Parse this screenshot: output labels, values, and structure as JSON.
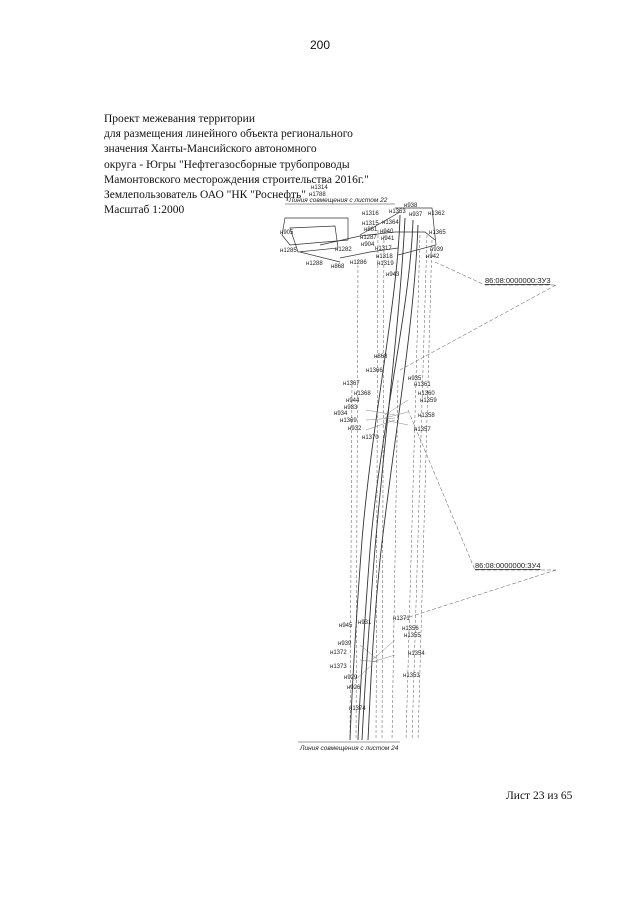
{
  "page_number": "200",
  "title_lines": [
    "Проект межевания территории",
    "для размещения линейного объекта регионального",
    "значения Ханты-Мансийского автономного",
    "округа - Югры \"Нефтегазосборные трубопроводы",
    "Мамонтовского месторождения строительства 2016г.\"",
    "Землепользователь ОАО \"НК \"Роснефть\"",
    "Масштаб 1:2000"
  ],
  "sheet_footer": "Лист 23 из 65",
  "map": {
    "junction_top": "Линия совмещения с листом 22",
    "junction_bottom": "Линия совмещения с листом 24",
    "cadastral_1": "86:08:0000000:ЗУ3",
    "cadastral_2": "86:08:0000000:ЗУ4",
    "labels": {
      "top": [
        "н1314",
        "н1788",
        "н938",
        "н1316",
        "н1363",
        "н937",
        "н1362",
        "н1315",
        "н1364",
        "н905",
        "н861",
        "н1365",
        "н940",
        "н1287",
        "н941",
        "н904",
        "н1317",
        "н939",
        "н942",
        "н1285",
        "н1282",
        "н1318",
        "н1319",
        "н1288",
        "н868",
        "н1286",
        "н943"
      ],
      "middle": [
        "н868",
        "н1366",
        "н935",
        "н1361",
        "н1367",
        "н1360",
        "н1368",
        "н1359",
        "н944",
        "н933",
        "н934",
        "н1358",
        "н1369",
        "н932",
        "н1357",
        "н1370"
      ],
      "bottom": [
        "н1371",
        "н945",
        "н931",
        "н1356",
        "н1355",
        "н939",
        "н1372",
        "н1354",
        "н1373",
        "н929",
        "н1353",
        "н926",
        "н1374"
      ]
    }
  }
}
